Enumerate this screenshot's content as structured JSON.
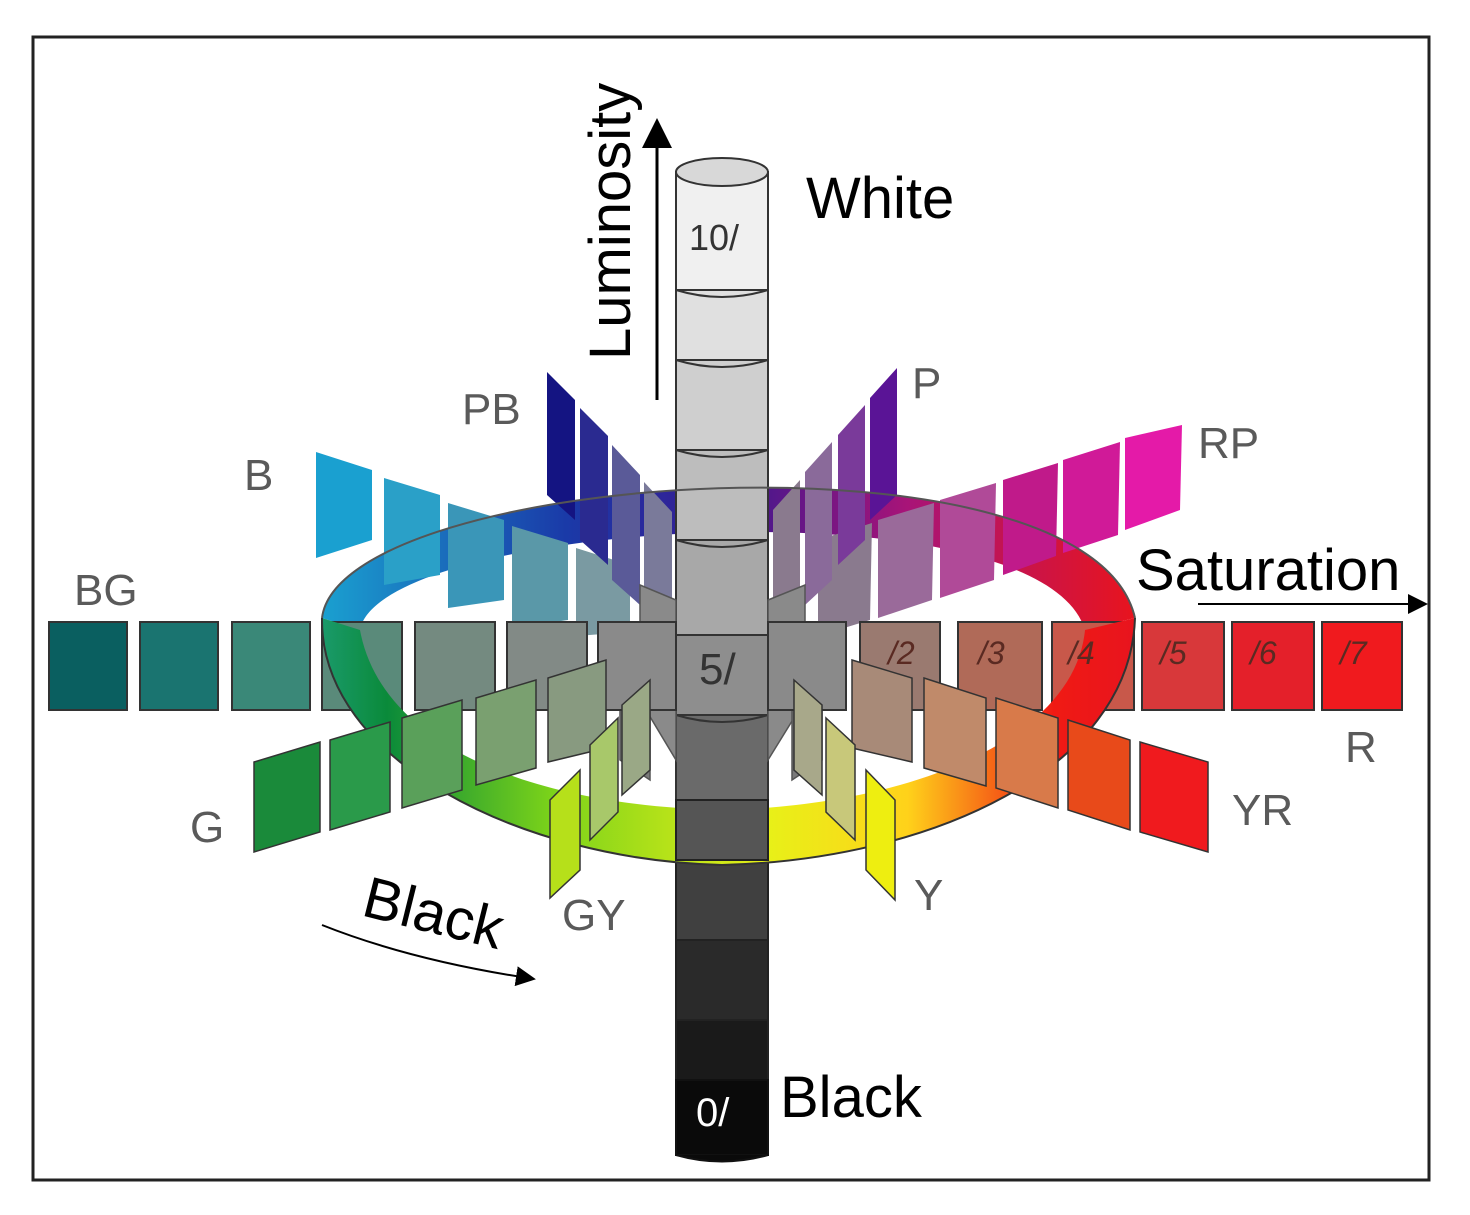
{
  "axis": {
    "luminosity_label": "Luminosity",
    "saturation_label": "Saturation",
    "hue_label": "Black",
    "white_label": "White",
    "black_label": "Black"
  },
  "value_marks": {
    "top": "10/",
    "middle": "5/",
    "bottom": "0/"
  },
  "hues": {
    "P": "P",
    "PB": "PB",
    "B": "B",
    "BG": "BG",
    "G": "G",
    "GY": "GY",
    "Y": "Y",
    "YR": "YR",
    "R": "R",
    "RP": "RP"
  },
  "chroma_steps": [
    "/2",
    "/3",
    "/4",
    "/5",
    "/6",
    "/7"
  ],
  "colors": {
    "R": "#e0141c",
    "YR": "#e8401a",
    "Y": "#eeee10",
    "GY": "#b6e01a",
    "G": "#1a8a3a",
    "BG": "#0a6464",
    "B": "#1a9ac8",
    "PB": "#141482",
    "P": "#5a1496",
    "RP": "#d2148c"
  }
}
